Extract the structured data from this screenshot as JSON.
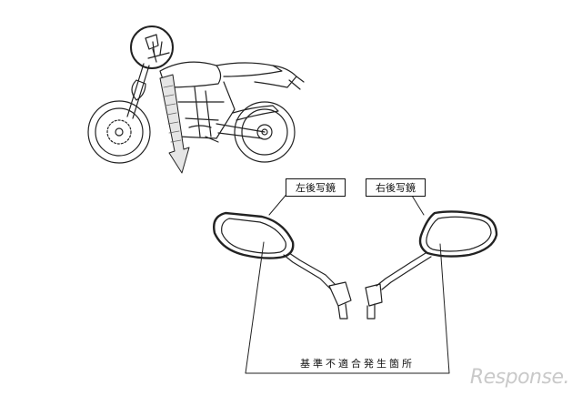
{
  "labels": {
    "left_mirror": "左後写鏡",
    "right_mirror": "右後写鏡",
    "nonconformity": "基準不適合発生箇所"
  },
  "watermark": "Response."
}
